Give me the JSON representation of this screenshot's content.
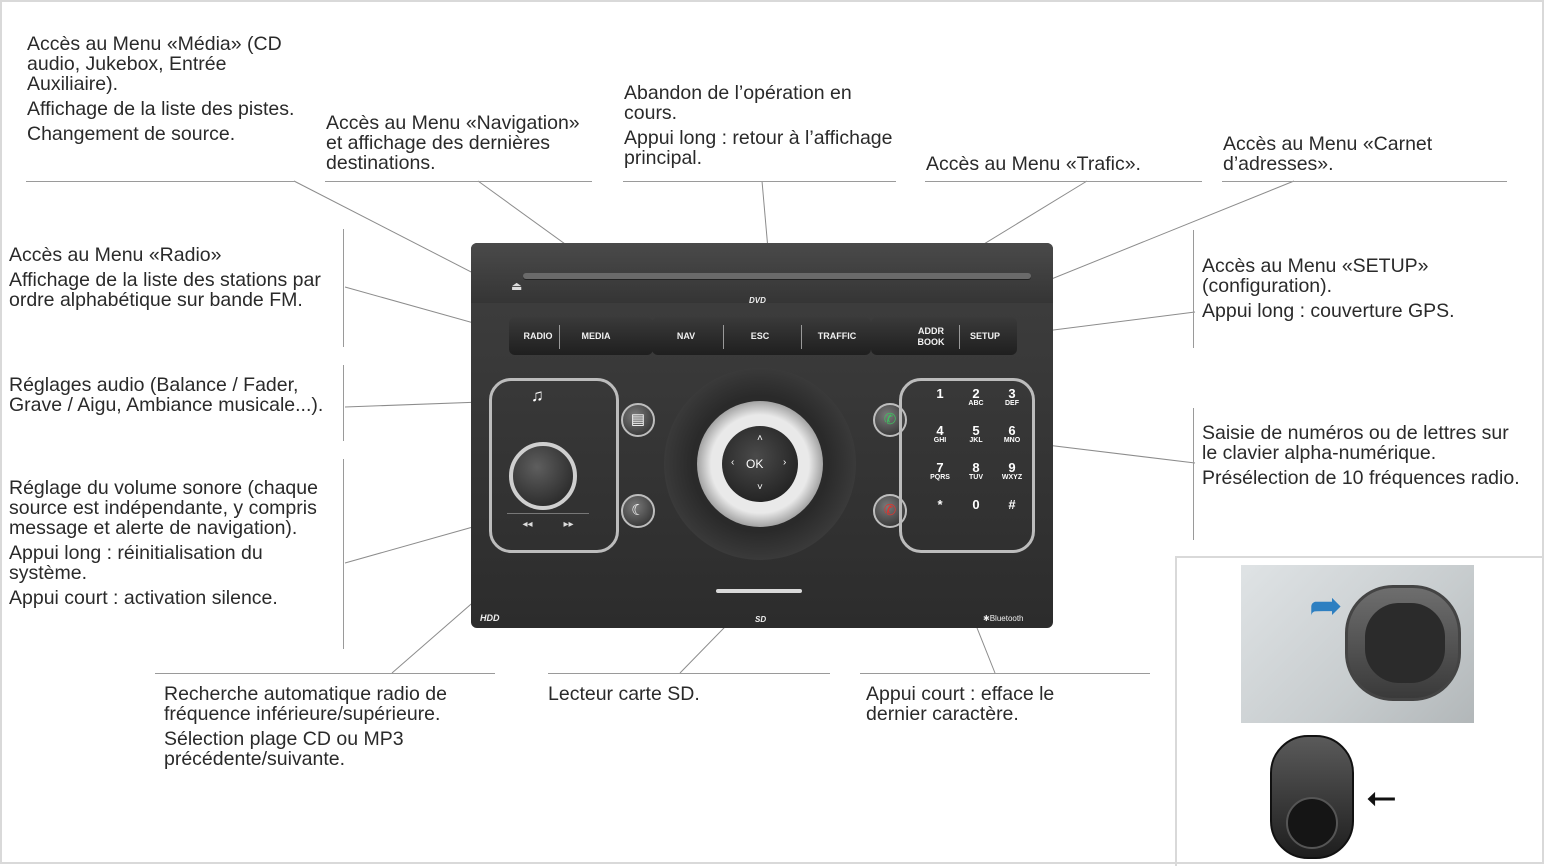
{
  "callouts": {
    "media": {
      "p1": "Accès au Menu «Média» (CD audio, Jukebox, Entrée Auxiliaire).",
      "p2": "Affichage de la liste des pistes.",
      "p3": "Changement de source."
    },
    "navigation": {
      "p1": "Accès au Menu «Navigation» et affichage des dernières destinations."
    },
    "esc": {
      "p1": "Abandon de l’opération en cours.",
      "p2": "Appui long : retour à l’affichage principal."
    },
    "trafic": {
      "p1": "Accès au Menu «Trafic»."
    },
    "carnet": {
      "p1": "Accès au Menu «Carnet d’adresses»."
    },
    "radio": {
      "p1": "Accès au Menu «Radio»",
      "p2": "Affichage de la liste des stations par ordre alphabétique sur bande FM."
    },
    "setup": {
      "p1": "Accès au Menu «SETUP» (configuration).",
      "p2": "Appui long : couverture GPS."
    },
    "audio": {
      "p1": "Réglages audio (Balance / Fader, Grave / Aigu, Ambiance musicale...)."
    },
    "volume": {
      "p1": "Réglage du volume sonore (chaque source est indépendante, y compris message et alerte de navigation).",
      "p2": "Appui long : réinitialisation du système.",
      "p3": "Appui court : activation silence."
    },
    "keypad": {
      "p1": "Saisie de numéros ou de lettres sur le clavier alpha-numérique.",
      "p2": "Présélection de 10 fréquences radio."
    },
    "seek": {
      "p1": "Recherche automatique radio de fréquence inférieure/supérieure.",
      "p2": "Sélection plage CD ou MP3 précédente/suivante."
    },
    "sd": {
      "p1": "Lecteur carte SD."
    },
    "delete": {
      "p1": "Appui court : efface le dernier caractère."
    }
  },
  "unit": {
    "buttons": {
      "radio": "RADIO",
      "media": "MEDIA",
      "nav": "NAV",
      "esc": "ESC",
      "traffic": "TRAFFIC",
      "addr": "ADDR",
      "book": "BOOK",
      "setup": "SETUP"
    },
    "ok": "OK",
    "hdd": "HDD",
    "bluetooth": "Bluetooth",
    "dvd": "DVD",
    "sd": "SD",
    "seek_prev": "◂◂",
    "seek_next": "▸▸",
    "keys": [
      {
        "n": "1",
        "l": ""
      },
      {
        "n": "2",
        "l": "ABC"
      },
      {
        "n": "3",
        "l": "DEF"
      },
      {
        "n": "4",
        "l": "GHI"
      },
      {
        "n": "5",
        "l": "JKL"
      },
      {
        "n": "6",
        "l": "MNO"
      },
      {
        "n": "7",
        "l": "PQRS"
      },
      {
        "n": "8",
        "l": "TUV"
      },
      {
        "n": "9",
        "l": "WXYZ"
      },
      {
        "n": "*",
        "l": ""
      },
      {
        "n": "0",
        "l": ""
      },
      {
        "n": "#",
        "l": ""
      }
    ]
  },
  "icons": [
    "eject-icon",
    "music-note-icon",
    "list-icon",
    "moon-icon",
    "phone-answer-icon",
    "phone-hangup-icon",
    "volume-knob",
    "usb-icon"
  ]
}
